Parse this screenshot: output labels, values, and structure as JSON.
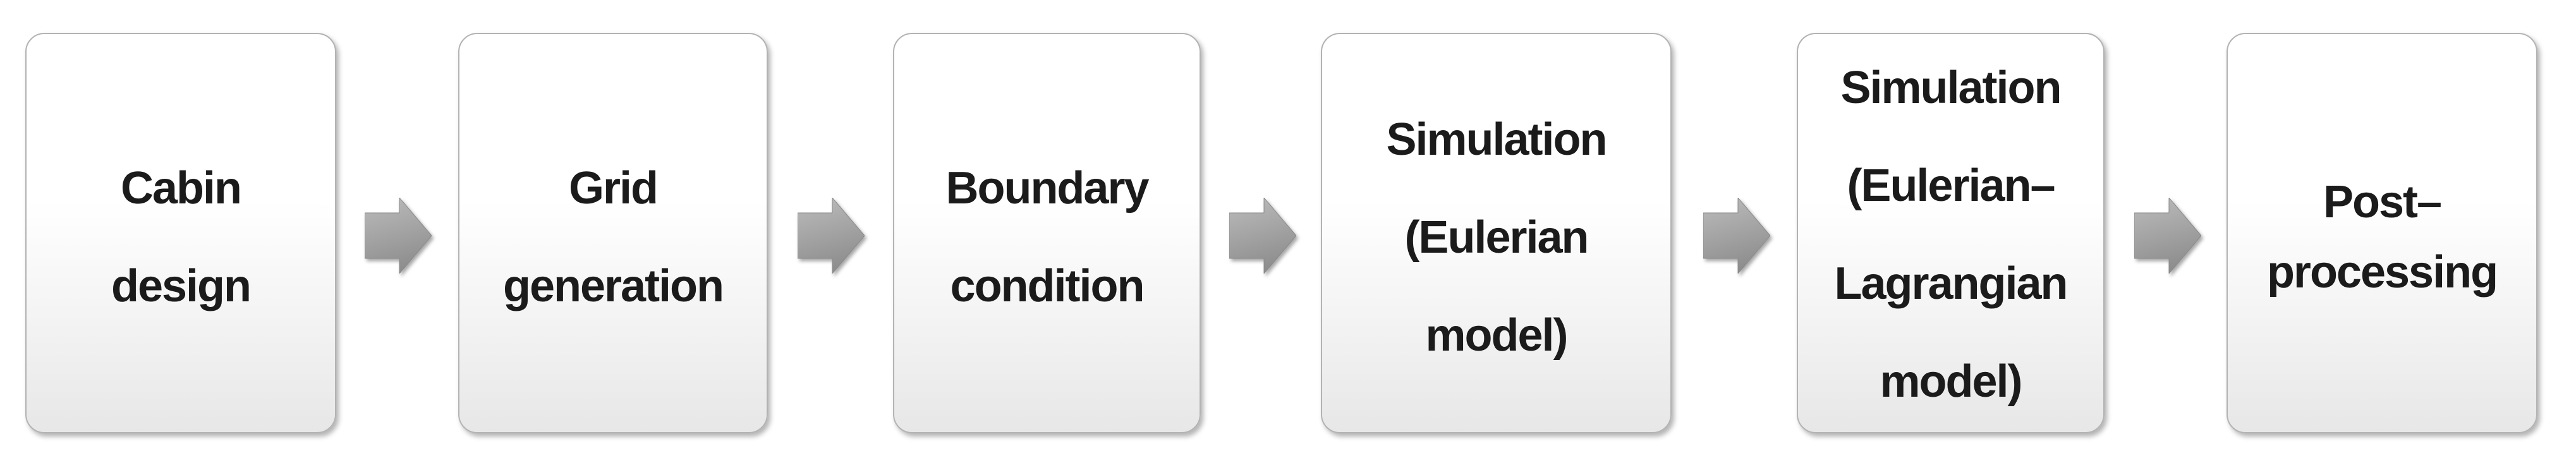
{
  "flow": {
    "steps": [
      {
        "label": "Cabin design",
        "lines": [
          "Cabin",
          "design"
        ]
      },
      {
        "label": "Grid generation",
        "lines": [
          "Grid",
          "generation"
        ]
      },
      {
        "label": "Boundary condition",
        "lines": [
          "Boundary",
          "condition"
        ]
      },
      {
        "label": "Simulation (Eulerian model)",
        "lines": [
          "Simulation",
          "(Eulerian",
          "model)"
        ]
      },
      {
        "label": "Simulation (Eulerian–Lagrangian model)",
        "lines": [
          "Simulation",
          "(Eulerian–",
          "Lagrangian",
          "model)"
        ]
      },
      {
        "label": "Post–processing",
        "lines": [
          "Post–",
          "processing"
        ]
      }
    ],
    "connector_icon": "block-arrow-right-icon",
    "colors": {
      "text": "#1b1b1b",
      "box_border": "#b3b3b3",
      "box_fill_top": "#ffffff",
      "box_fill_bottom": "#e7e7e7",
      "arrow_fill_top": "#b9b9b9",
      "arrow_fill_bottom": "#8e8e8e"
    }
  }
}
